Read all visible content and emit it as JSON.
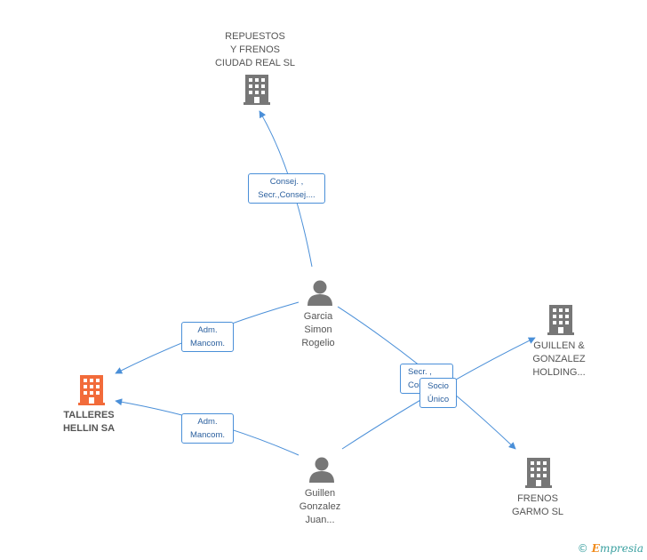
{
  "nodes": {
    "repuestos": {
      "label": "REPUESTOS\nY FRENOS\nCIUDAD REAL SL",
      "type": "company"
    },
    "talleres": {
      "label": "TALLERES\nHELLIN SA",
      "type": "company-focus"
    },
    "guillen_holding": {
      "label": "GUILLEN &\nGONZALEZ\nHOLDING...",
      "type": "company"
    },
    "frenos_garmo": {
      "label": "FRENOS\nGARMO SL",
      "type": "company"
    },
    "garcia": {
      "label": "Garcia\nSimon\nRogelio",
      "type": "person"
    },
    "guillen_juan": {
      "label": "Guillen\nGonzalez\nJuan...",
      "type": "person"
    }
  },
  "edge_labels": {
    "garcia_repuestos": "Consej. ,\nSecr.,Consej....",
    "garcia_talleres": "Adm.\nMancom.",
    "juan_talleres": "Adm.\nMancom.",
    "secr_back": "Secr. ,\nCon...",
    "socio": "Socio\nÚnico"
  },
  "colors": {
    "edge": "#4a8fd8",
    "icon_gray": "#777777",
    "icon_focus": "#f26b3a"
  },
  "icons": {
    "company": "building-icon",
    "person": "person-icon"
  },
  "footer": {
    "copyright": "©",
    "brand_e": "E",
    "brand_rest": "mpresia"
  }
}
